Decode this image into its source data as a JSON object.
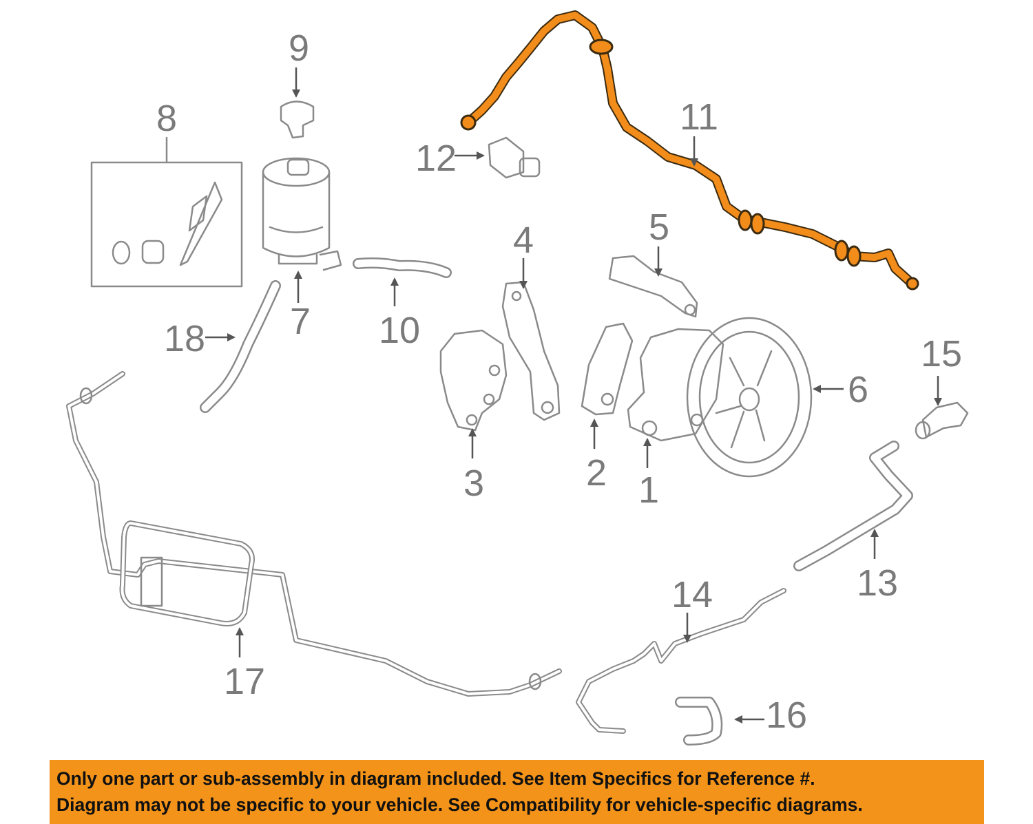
{
  "labels": {
    "p1": "1",
    "p2": "2",
    "p3": "3",
    "p4": "4",
    "p5": "5",
    "p6": "6",
    "p7": "7",
    "p8": "8",
    "p9": "9",
    "p10": "10",
    "p11": "11",
    "p12": "12",
    "p13": "13",
    "p14": "14",
    "p15": "15",
    "p16": "16",
    "p17": "17",
    "p18": "18"
  },
  "highlight_color": "#f28c1a",
  "banner_color": "#f39319",
  "disclaimer": {
    "line1": "Only one part or sub-assembly in diagram included. See Item Specifics for Reference #.",
    "line2": "Diagram may not be specific to your vehicle. See Compatibility for vehicle-specific diagrams."
  }
}
